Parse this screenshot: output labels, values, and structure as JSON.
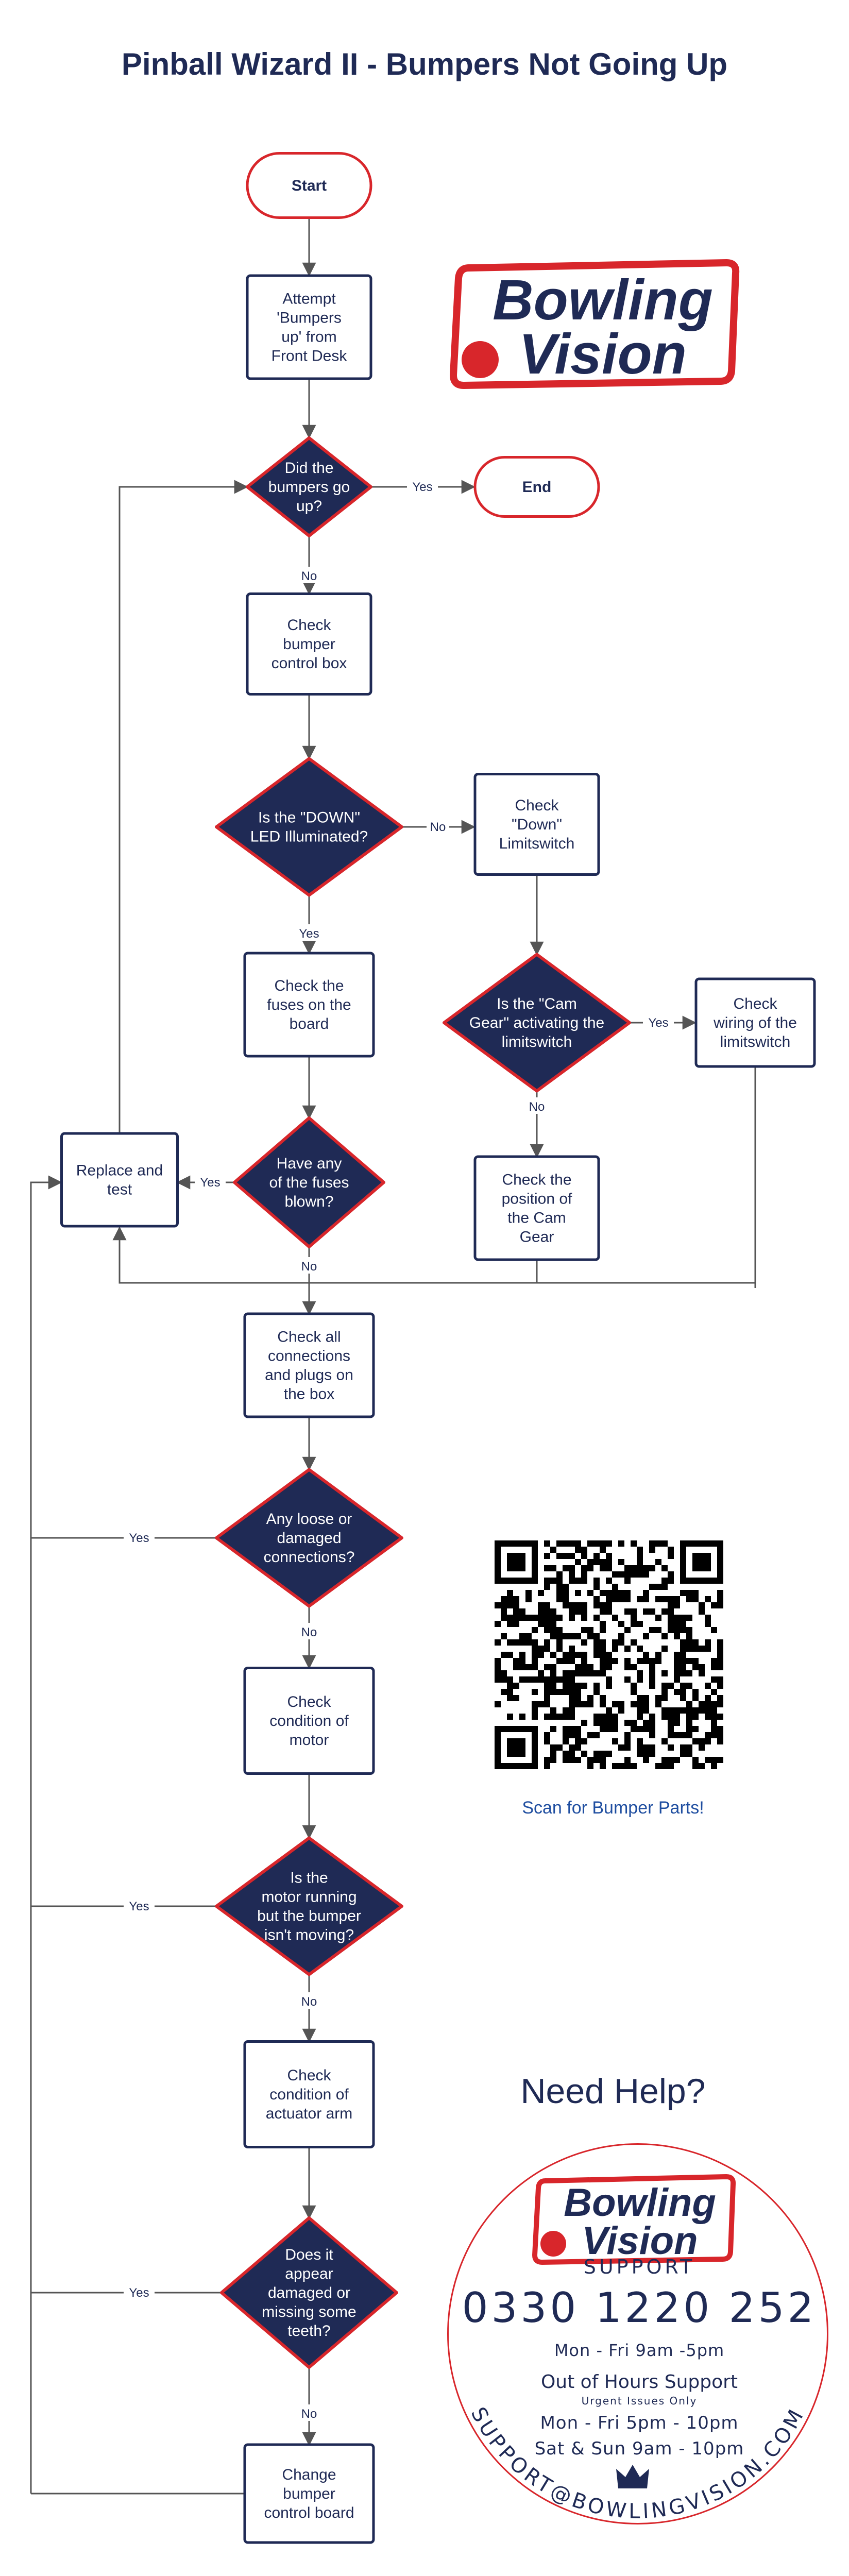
{
  "title": "Pinball Wizard II - Bumpers Not Going Up",
  "logo": {
    "word1": "Bowling",
    "word2": "Vision"
  },
  "nodes": {
    "start": "Start",
    "attempt": "Attempt\n'Bumpers\nup' from\nFront Desk",
    "q_up": "Did the\nbumpers go\nup?",
    "end": "End",
    "check_box": "Check\nbumper\ncontrol box",
    "q_led": "Is the \"DOWN\"\nLED Illuminated?",
    "check_down": "Check\n\"Down\"\nLimitswitch",
    "check_fuses": "Check the\nfuses on the\nboard",
    "q_cam": "Is the \"Cam\nGear\" activating the\nlimitswitch",
    "check_wiring": "Check\nwiring of the\nlimitswitch",
    "replace": "Replace and\ntest",
    "q_fuses": "Have any\nof the fuses\nblown?",
    "check_cam": "Check the\nposition of\nthe Cam\nGear",
    "check_conn": "Check all\nconnections\nand plugs on\nthe box",
    "q_loose": "Any loose or\ndamaged\nconnections?",
    "check_motor": "Check\ncondition of\nmotor",
    "q_motor": "Is the\nmotor running\nbut the bumper\nisn't moving?",
    "check_arm": "Check\ncondition of\nactuator arm",
    "q_teeth": "Does it\nappear\ndamaged or\nmissing some\nteeth?",
    "change_board": "Change\nbumper\ncontrol board"
  },
  "edge_labels": {
    "yes": "Yes",
    "no": "No"
  },
  "qr": {
    "caption": "Scan for Bumper Parts!"
  },
  "help": {
    "heading": "Need Help?",
    "support": "SUPPORT",
    "phone": "0330 1220 252",
    "hours": "Mon - Fri 9am -5pm",
    "ooh_title": "Out of Hours Support",
    "urgent": "Urgent Issues Only",
    "ooh_weekday": "Mon - Fri 5pm - 10pm",
    "ooh_weekend": "Sat & Sun 9am - 10pm",
    "email": "SUPPORT@BOWLINGVISION.COM"
  },
  "colors": {
    "navy": "#1f2a55",
    "red": "#d8262b",
    "line": "#555555"
  }
}
